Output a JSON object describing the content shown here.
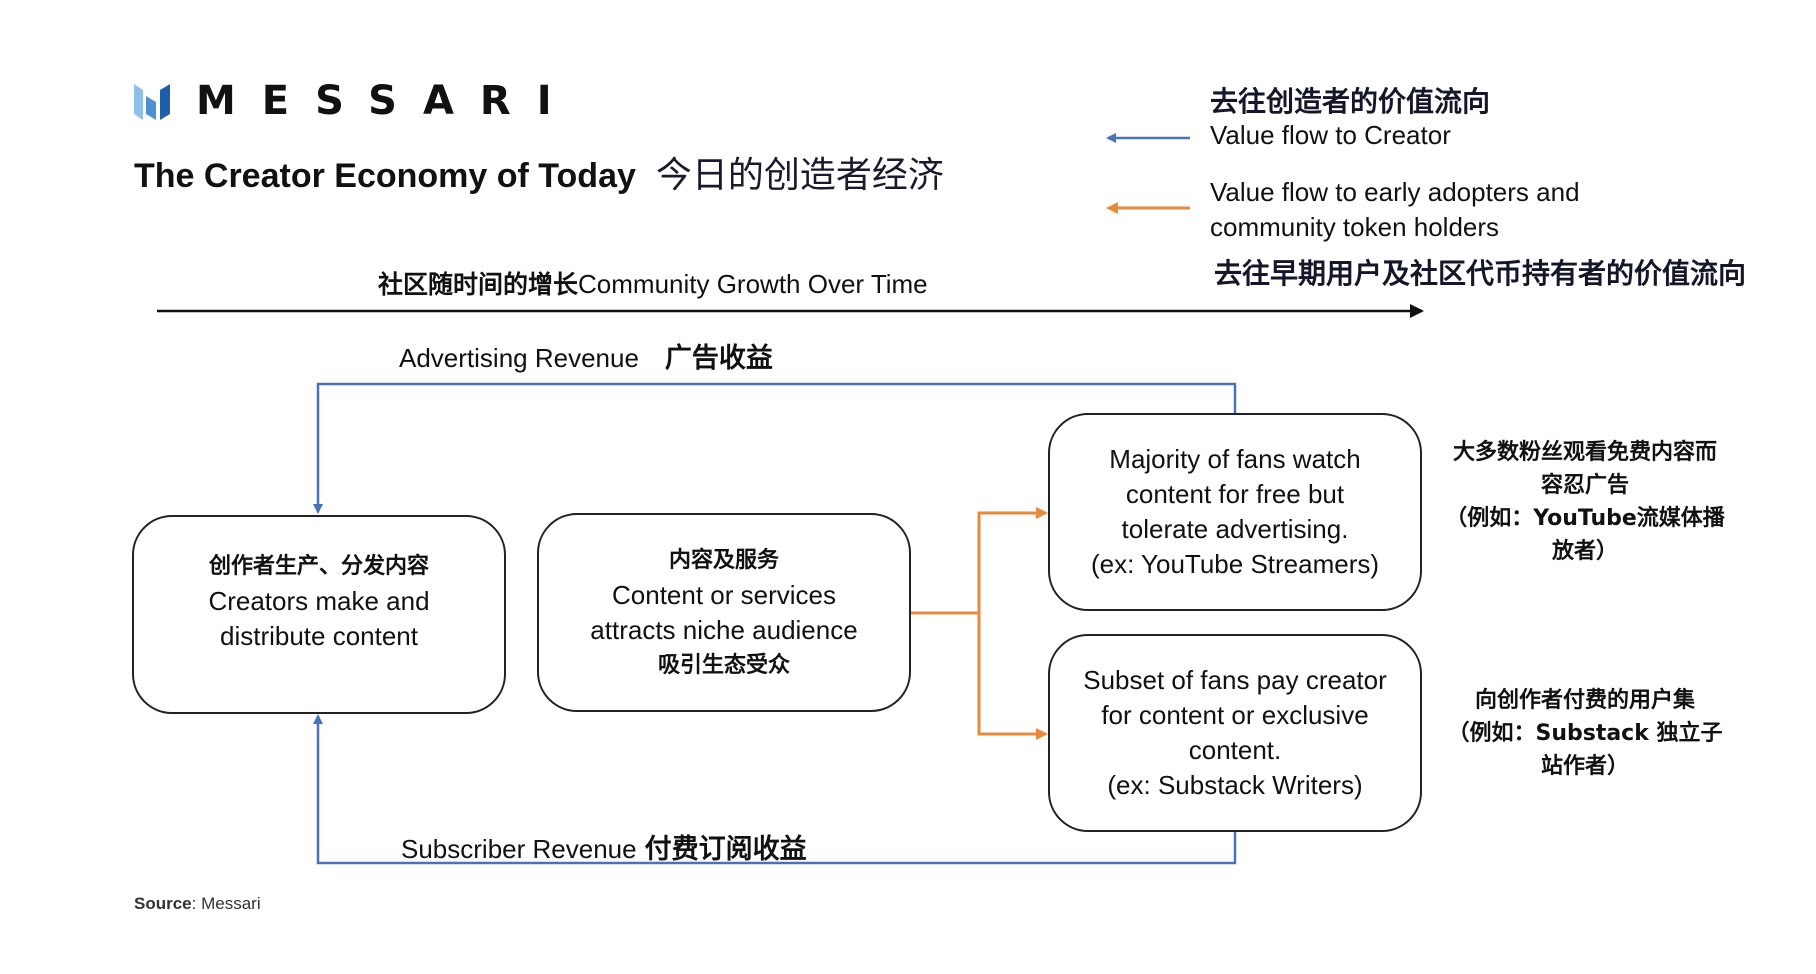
{
  "header": {
    "logo_text": "MESSARI",
    "title_en": "The Creator Economy of Today",
    "title_zh": "今日的创造者经济"
  },
  "legend": {
    "items": [
      {
        "heading_zh": "去往创造者的价值流向",
        "label_en": "Value flow to Creator",
        "color": "#4a72b8",
        "icon": "arrow-left-icon"
      },
      {
        "label_en_line1": "Value flow to early adopters and",
        "label_en_line2": "community token holders",
        "footer_zh": "去往早期用户及社区代币持有者的价值流向",
        "color": "#e88a3c",
        "icon": "arrow-left-icon"
      }
    ]
  },
  "timeline": {
    "label_zh": "社区随时间的增长",
    "label_en": "Community Growth Over Time",
    "color": "#111111"
  },
  "flows": {
    "advertising": {
      "label_en": "Advertising Revenue",
      "label_zh": "广告收益"
    },
    "subscriber": {
      "label_en": "Subscriber Revenue",
      "label_zh": "付费订阅收益"
    }
  },
  "boxes": {
    "creators": {
      "zh": "创作者生产、分发内容",
      "en_line1": "Creators make and",
      "en_line2": "distribute content"
    },
    "content": {
      "zh_top": "内容及服务",
      "en_line1": "Content or services",
      "en_line2": "attracts niche audience",
      "zh_bottom": "吸引生态受众"
    },
    "majority": {
      "line1": "Majority of fans watch",
      "line2": "content for free but",
      "line3": "tolerate advertising.",
      "line4": "(ex: YouTube Streamers)"
    },
    "subset": {
      "line1": "Subset of fans pay creator",
      "line2": "for content or exclusive",
      "line3": "content.",
      "line4": "(ex: Substack Writers)"
    }
  },
  "notes": {
    "majority_zh": {
      "line1": "大多数粉丝观看免费内容而",
      "line2": "容忍广告",
      "line3": "（例如：YouTube流媒体播",
      "line4": "放者）"
    },
    "subset_zh": {
      "line1": "向创作者付费的用户集",
      "line2": "（例如：Substack 独立子",
      "line3": "站作者）"
    }
  },
  "footer": {
    "source_label": "Source",
    "source_value": ": Messari"
  },
  "colors": {
    "blue_flow": "#4a72b8",
    "orange_flow": "#e88a3c",
    "logo_light": "#8fc0e8",
    "logo_mid": "#4d8fd0",
    "logo_dark": "#1f5fa8"
  }
}
